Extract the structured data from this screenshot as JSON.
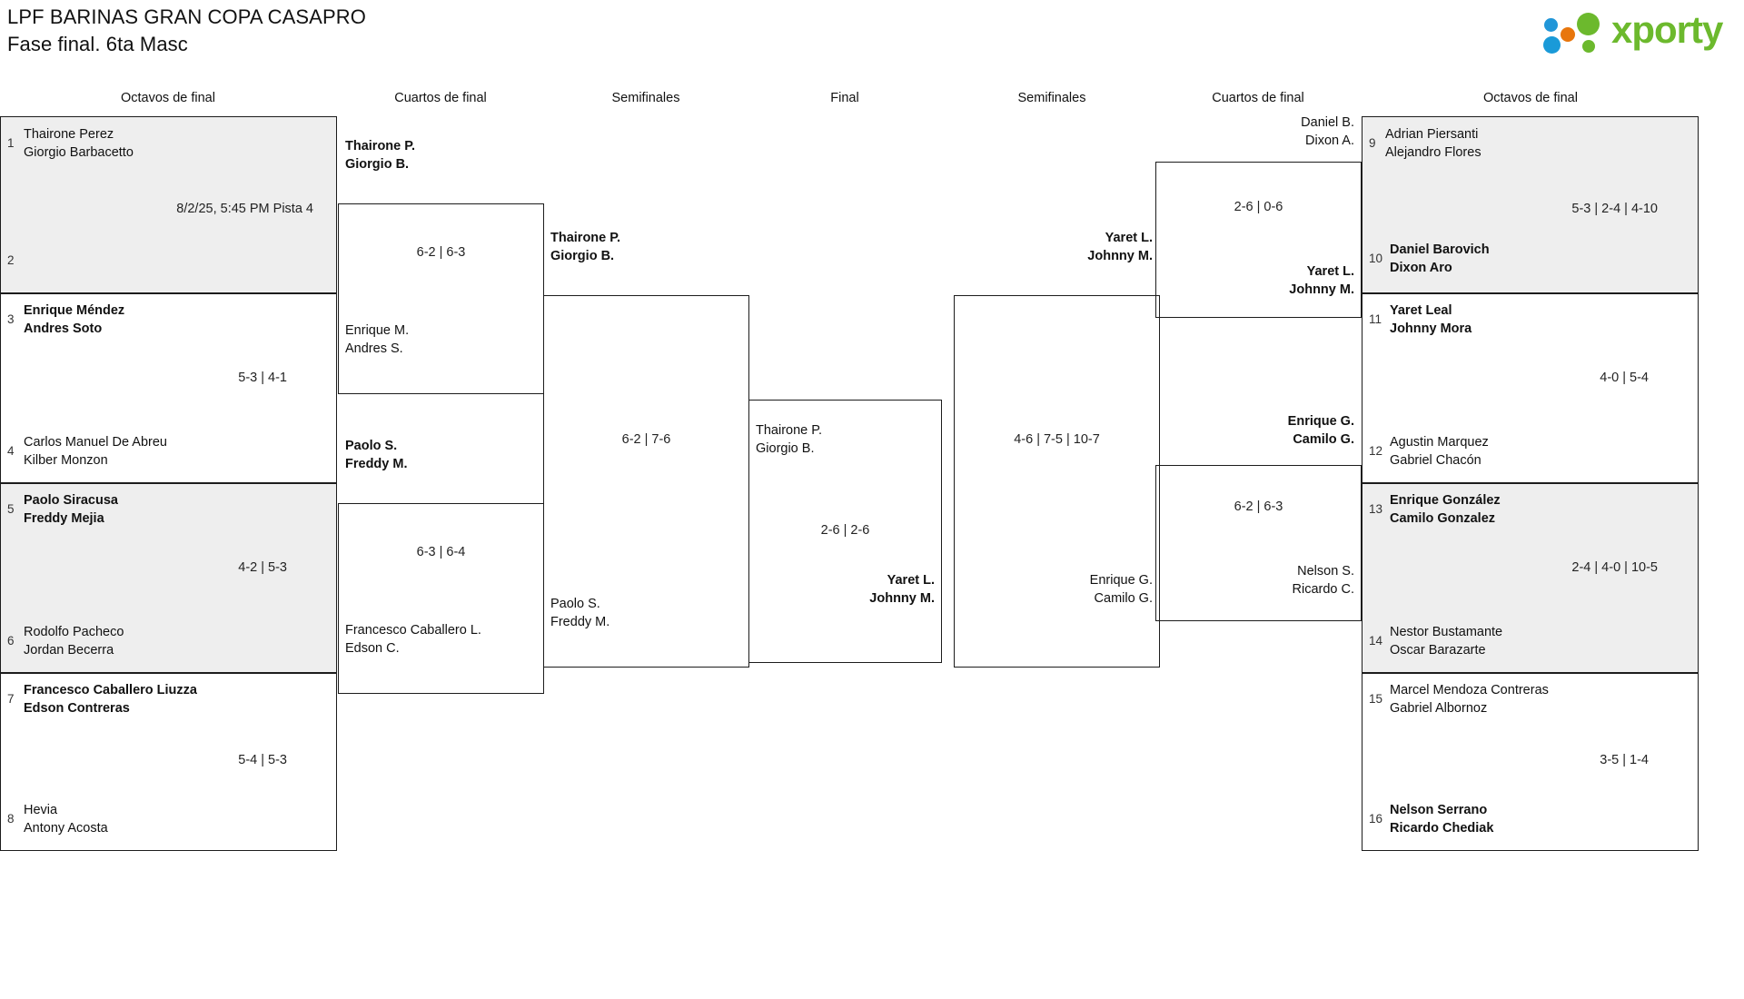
{
  "header": {
    "title_line1": "LPF BARINAS GRAN COPA CASAPRO",
    "title_line2": "Fase final. 6ta Masc",
    "logo_text": "xporty",
    "logo_colors": {
      "green": "#6cb92d",
      "blue": "#2196d8",
      "orange": "#e8760c"
    }
  },
  "round_headers": [
    {
      "label": "Octavos de final"
    },
    {
      "label": "Cuartos de final"
    },
    {
      "label": "Semifinales"
    },
    {
      "label": "Final"
    },
    {
      "label": "Semifinales"
    },
    {
      "label": "Cuartos de final"
    },
    {
      "label": "Octavos de final"
    }
  ],
  "left_round1": [
    {
      "seed": "1",
      "p1": "Thairone Perez",
      "p2": "Giorgio Barbacetto",
      "winner": false
    },
    {
      "seed": "2",
      "p1": "",
      "p2": "",
      "winner": false
    },
    {
      "seed": "3",
      "p1": "Enrique Méndez",
      "p2": "Andres Soto",
      "winner": true
    },
    {
      "seed": "4",
      "p1": "Carlos Manuel De Abreu",
      "p2": "Kilber Monzon",
      "winner": false
    },
    {
      "seed": "5",
      "p1": "Paolo Siracusa",
      "p2": "Freddy Mejia",
      "winner": true
    },
    {
      "seed": "6",
      "p1": "Rodolfo Pacheco",
      "p2": "Jordan Becerra",
      "winner": false
    },
    {
      "seed": "7",
      "p1": "Francesco Caballero Liuzza",
      "p2": "Edson Contreras",
      "winner": true
    },
    {
      "seed": "8",
      "p1": "Hevia",
      "p2": "Antony Acosta",
      "winner": false
    }
  ],
  "left_round1_scores": [
    {
      "text": "8/2/25, 5:45 PM Pista 4"
    },
    {
      "text": "5-3 | 4-1"
    },
    {
      "text": "4-2 | 5-3"
    },
    {
      "text": "5-4 | 5-3"
    }
  ],
  "right_round1": [
    {
      "seed": "9",
      "p1": "Adrian Piersanti",
      "p2": "Alejandro Flores",
      "winner": false
    },
    {
      "seed": "10",
      "p1": "Daniel Barovich",
      "p2": "Dixon Aro",
      "winner": true
    },
    {
      "seed": "11",
      "p1": "Yaret Leal",
      "p2": "Johnny Mora",
      "winner": true
    },
    {
      "seed": "12",
      "p1": "Agustin Marquez",
      "p2": "Gabriel Chacón",
      "winner": false
    },
    {
      "seed": "13",
      "p1": "Enrique González",
      "p2": "Camilo Gonzalez",
      "winner": true
    },
    {
      "seed": "14",
      "p1": "Nestor Bustamante",
      "p2": "Oscar Barazarte",
      "winner": false
    },
    {
      "seed": "15",
      "p1": "Marcel Mendoza Contreras",
      "p2": "Gabriel Albornoz",
      "winner": false
    },
    {
      "seed": "16",
      "p1": "Nelson Serrano",
      "p2": "Ricardo Chediak",
      "winner": true
    }
  ],
  "right_round1_scores": [
    {
      "text": "5-3 | 2-4 | 4-10"
    },
    {
      "text": "4-0 | 5-4"
    },
    {
      "text": "2-4 | 4-0 | 10-5"
    },
    {
      "text": "3-5 | 1-4"
    }
  ],
  "left_quarters": {
    "m1": {
      "top_p1": "Thairone P.",
      "top_p2": "Giorgio B.",
      "top_winner": true,
      "bot_p1": "Enrique M.",
      "bot_p2": "Andres S.",
      "bot_winner": false,
      "score": "6-2 | 6-3"
    },
    "m2": {
      "top_p1": "Paolo S.",
      "top_p2": "Freddy M.",
      "top_winner": true,
      "bot_p1": "Francesco Caballero L.",
      "bot_p2": "Edson C.",
      "bot_winner": false,
      "score": "6-3 | 6-4"
    }
  },
  "left_semifinal": {
    "top_p1": "Thairone P.",
    "top_p2": "Giorgio B.",
    "top_winner": true,
    "bot_p1": "Paolo S.",
    "bot_p2": "Freddy M.",
    "bot_winner": false,
    "score": "6-2 | 7-6"
  },
  "final": {
    "top_p1": "Thairone P.",
    "top_p2": "Giorgio B.",
    "top_winner": false,
    "bot_p1": "Yaret L.",
    "bot_p2": "Johnny M.",
    "bot_winner": true,
    "score": "2-6 | 2-6"
  },
  "right_semifinal": {
    "top_p1": "Yaret L.",
    "top_p2": "Johnny M.",
    "top_winner": true,
    "bot_p1": "Enrique G.",
    "bot_p2": "Camilo G.",
    "bot_winner": false,
    "score": "4-6 | 7-5 | 10-7"
  },
  "right_quarters": {
    "m1": {
      "top_p1": "Daniel B.",
      "top_p2": "Dixon A.",
      "top_winner": false,
      "bot_p1": "Yaret L.",
      "bot_p2": "Johnny M.",
      "bot_winner": true,
      "score": "2-6 | 0-6"
    },
    "m2": {
      "top_p1": "Enrique G.",
      "top_p2": "Camilo G.",
      "top_winner": true,
      "bot_p1": "Nelson S.",
      "bot_p2": "Ricardo C.",
      "bot_winner": false,
      "score": "6-2 | 6-3"
    }
  }
}
